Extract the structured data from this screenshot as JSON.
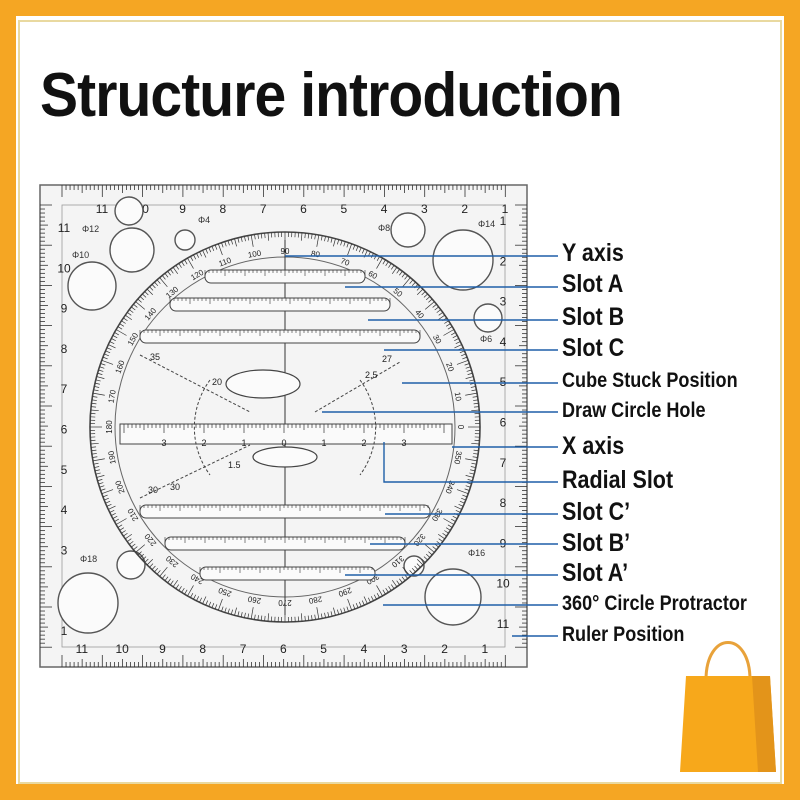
{
  "title": "Structure introduction",
  "callouts": {
    "y_axis": "Y axis",
    "slot_a": "Slot A",
    "slot_b": "Slot B",
    "slot_c": "Slot C",
    "cube_stuck_position": "Cube Stuck Position",
    "draw_circle_hole": "Draw Circle Hole",
    "x_axis": "X axis",
    "radial_slot": "Radial Slot",
    "slot_c_prime": "Slot C’",
    "slot_b_prime": "Slot B’",
    "slot_a_prime": "Slot A’",
    "circle_protractor": "360° Circle Protractor",
    "ruler_position": "Ruler Position"
  },
  "ruler": {
    "edge_numbers": [
      "1",
      "2",
      "3",
      "4",
      "5",
      "6",
      "7",
      "8",
      "9",
      "10",
      "11"
    ],
    "hole_labels": {
      "top_left": "Φ12",
      "left_upper": "Φ10",
      "top_small": "Φ4",
      "top_right_small": "Φ8",
      "top_right": "Φ14",
      "right_mid": "Φ6",
      "bottom_left": "Φ18",
      "bottom_right": "Φ16"
    },
    "protractor_labels": [
      "90",
      "100",
      "110",
      "120",
      "130",
      "140",
      "150",
      "160",
      "170",
      "180",
      "190",
      "200",
      "210",
      "220",
      "230",
      "240",
      "250",
      "260",
      "270",
      "280",
      "290",
      "300",
      "310",
      "320",
      "330",
      "340",
      "350",
      "0",
      "10",
      "20",
      "30",
      "40",
      "50",
      "60",
      "70",
      "80"
    ],
    "slot_labels": [
      "35",
      "30",
      "20",
      "2.5",
      "1.5",
      "30",
      "27"
    ],
    "xaxis_numbers": [
      "3",
      "2",
      "1",
      "0",
      "1",
      "2",
      "3"
    ]
  },
  "colors": {
    "frame": "#f5a623",
    "callout_line": "#1f5fa8",
    "bag": "#f7a81b"
  },
  "icons": {
    "bag": "shopping-bag-icon"
  }
}
